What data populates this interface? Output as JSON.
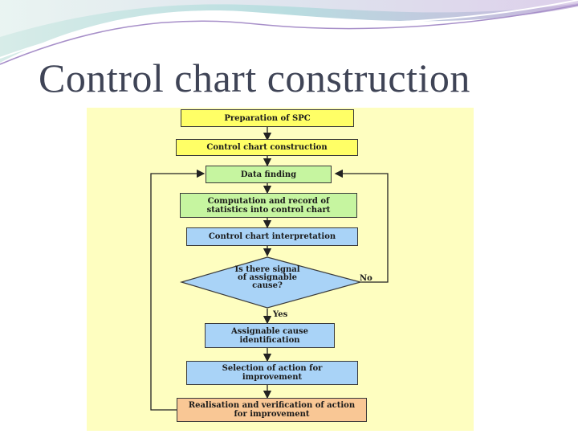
{
  "slide": {
    "title": "Control chart construction"
  },
  "flowchart": {
    "nodes": {
      "prep": "Preparation of SPC",
      "construction": "Control chart construction",
      "data": "Data finding",
      "computation": "Computation and record of statistics into control chart",
      "interpretation": "Control chart interpretation",
      "decision": "Is there signal of assignable cause?",
      "identification": "Assignable cause identification",
      "selection": "Selection of action for improvement",
      "realisation": "Realisation and verification of action for improvement"
    },
    "edge_labels": {
      "no": "No",
      "yes": "Yes"
    }
  },
  "colors": {
    "panel": "#fefec0",
    "yellow": "#ffff66",
    "green": "#c6f5a0",
    "blue": "#a9d3f7",
    "orange": "#f9c795",
    "title": "#3f4456"
  }
}
